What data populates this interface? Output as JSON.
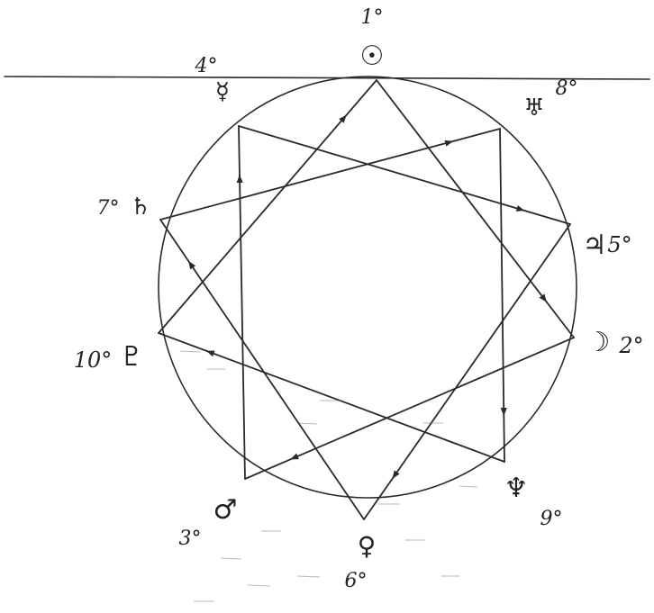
{
  "diagram": {
    "horizon_line": true,
    "points": [
      {
        "id": "p1",
        "number": "1°",
        "symbol": "☉",
        "symbol_name": "sun-icon"
      },
      {
        "id": "p2",
        "number": "2°",
        "symbol": "☽",
        "symbol_name": "moon-icon"
      },
      {
        "id": "p3",
        "number": "3°",
        "symbol": "♂",
        "symbol_name": "mars-icon"
      },
      {
        "id": "p4",
        "number": "4°",
        "symbol": "☿",
        "symbol_name": "mercury-icon"
      },
      {
        "id": "p5",
        "number": "5°",
        "symbol": "♃",
        "symbol_name": "jupiter-icon"
      },
      {
        "id": "p6",
        "number": "6°",
        "symbol": "♀",
        "symbol_name": "venus-icon"
      },
      {
        "id": "p7",
        "number": "7°",
        "symbol": "♄",
        "symbol_name": "saturn-icon"
      },
      {
        "id": "p8",
        "number": "8°",
        "symbol": "♅",
        "symbol_name": "uranus-icon"
      },
      {
        "id": "p9",
        "number": "9°",
        "symbol": "♆",
        "symbol_name": "neptune-icon"
      },
      {
        "id": "p10",
        "number": "10°",
        "symbol": "♇",
        "symbol_name": "pluto-icon"
      }
    ],
    "sequence": [
      "p1",
      "p2",
      "p3",
      "p4",
      "p5",
      "p6",
      "p7",
      "p8",
      "p9",
      "p10",
      "p1"
    ]
  }
}
